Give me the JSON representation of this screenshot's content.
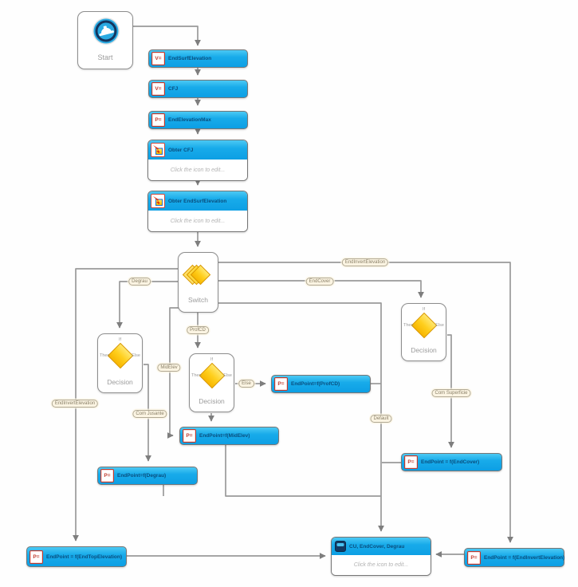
{
  "colors": {
    "node_blue": "#14a7e8",
    "node_text": "#0a4e7e",
    "diamond_yellow": "#ffcc00",
    "diamond_border": "#d79600",
    "connector_gray": "#9a9a9a",
    "pill_background": "#fbf4e2",
    "icon_red": "#c0392b"
  },
  "nodes": {
    "start": {
      "label": "Start"
    },
    "end_surf_elevation": {
      "label": "EndSurfElevation",
      "icon": "V="
    },
    "cfj": {
      "label": "CFJ",
      "icon": "V="
    },
    "end_elevation_max": {
      "label": "EndElevationMax",
      "icon": "P="
    },
    "obter_cfj": {
      "label": "Obter CFJ",
      "body": "Click the icon to edit..."
    },
    "obter_end_surf_elevation": {
      "label": "Obter EndSurfElevation",
      "body": "Click the icon to edit..."
    },
    "switch": {
      "label": "Switch"
    },
    "decision_left": {
      "label": "Decision",
      "if": "If",
      "then": "Then",
      "else": "Else"
    },
    "decision_mid": {
      "label": "Decision",
      "if": "If",
      "then": "Then",
      "else": "Else"
    },
    "decision_right": {
      "label": "Decision",
      "if": "If",
      "then": "Then",
      "else": "Else"
    },
    "endpoint_profcd": {
      "label": "EndPoint=f(ProfCD)",
      "icon": "P="
    },
    "endpoint_midelev": {
      "label": "EndPoint=f(MidElev)",
      "icon": "P="
    },
    "endpoint_degrau": {
      "label": "EndPoint=f(Degrau)",
      "icon": "P="
    },
    "endpoint_endcover": {
      "label": "EndPoint = f(EndCover)",
      "icon": "P="
    },
    "endpoint_endtopelevation": {
      "label": "EndPoint = f(EndTopElevation)",
      "icon": "P="
    },
    "cu_output": {
      "label": "CU, EndCover, Degrau",
      "body": "Click the icon to edit..."
    },
    "endpoint_endinvertelevation": {
      "label": "EndPoint = f(EndInvertElevation)",
      "icon": "P="
    }
  },
  "connector_labels": {
    "degrau": "Degrau",
    "endcover": "EndCover",
    "endinvertelevation_right": "EndInvertElevation",
    "profcd": "ProfCD",
    "midelev": "MidElev",
    "else_branch": "Else",
    "com_jusante": "Com Jusante",
    "endinvertelevation_left": "EndInvertElevation",
    "com_superficie": "Com Superficie",
    "default_branch": "Default"
  }
}
